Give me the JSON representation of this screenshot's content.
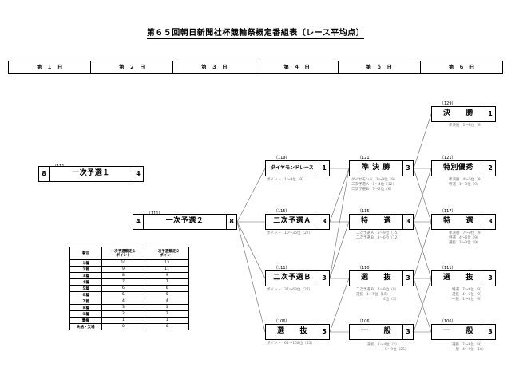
{
  "title": "第６５回朝日新聞社杯競輪祭概定番組表〔レース平均点〕",
  "days": [
    "第　１　日",
    "第　２　日",
    "第　３　日",
    "第　４　日",
    "第　５　日",
    "第　６　日"
  ],
  "races": {
    "d1_yosen1": {
      "code": "〔111〕",
      "name": "一次予選１",
      "left": "8",
      "right": "4"
    },
    "d2_yosen2": {
      "code": "〔111〕",
      "name": "一次予選２",
      "left": "4",
      "right": "8"
    },
    "d4_diamond": {
      "code": "〔119〕",
      "name": "ダイヤモンドレース",
      "right": "1",
      "note": [
        [
          "ポイント",
          "1〜9位（9）"
        ]
      ]
    },
    "d4_niji_a": {
      "code": "〔115〕",
      "name": "二次予選Ａ",
      "right": "3",
      "note": [
        [
          "ポイント",
          "10〜36位（27）"
        ]
      ]
    },
    "d4_niji_b": {
      "code": "〔111〕",
      "name": "二次予選Ｂ",
      "right": "3",
      "note": [
        [
          "ポイント",
          "37〜63位（27）"
        ]
      ]
    },
    "d4_senbatsu": {
      "code": "〔106〕",
      "name": "選　　抜",
      "right": "5",
      "note": [
        [
          "ポイント",
          "64〜108位（45）"
        ]
      ]
    },
    "d5_junkessho": {
      "code": "〔121〕",
      "name": "準 決 勝",
      "right": "3",
      "note": [
        [
          "ダイヤモンド",
          "1〜9位（9）"
        ],
        [
          "二次予選Ａ",
          "1〜4位（12）"
        ],
        [
          "二次予選Ｂ",
          "1〜2位（6）"
        ]
      ]
    },
    "d5_tokusen": {
      "code": "〔115〕",
      "name": "特　　選",
      "right": "3",
      "note": [
        [
          "二次予選Ａ",
          "5〜9位（15）"
        ],
        [
          "二次予選Ｂ",
          "3〜6位（12）"
        ]
      ]
    },
    "d5_senbatsu": {
      "code": "〔110〕",
      "name": "選　　抜",
      "right": "3",
      "note": [
        [
          "二次予選Ｂ",
          "7〜9位（9）"
        ],
        [
          "選抜",
          "1〜5位（15）"
        ],
        [
          "",
          "4位（3）"
        ]
      ]
    },
    "d5_ippan": {
      "code": "〔106〕",
      "name": "一　　般",
      "right": "3",
      "note": [
        [
          "選抜",
          "1〜4位（2）"
        ],
        [
          "",
          "5〜9位（25）"
        ]
      ]
    },
    "d6_kessho": {
      "code": "〔129〕",
      "name": "決　　勝",
      "right": "1",
      "note": [
        [
          "準決勝",
          "1〜3位（9）"
        ]
      ]
    },
    "d6_tokubetsu": {
      "code": "〔121〕",
      "name": "特別優秀",
      "right": "2",
      "note": [
        [
          "準決勝",
          "4〜6位（9）"
        ],
        [
          "特選",
          "1〜3位（9）"
        ]
      ]
    },
    "d6_tokusen": {
      "code": "〔117〕",
      "name": "特　　選",
      "right": "3",
      "note": [
        [
          "準決勝",
          "7〜9位（9）"
        ],
        [
          "特選",
          "4〜6位（9）"
        ],
        [
          "選抜",
          "1〜3位（9）"
        ]
      ]
    },
    "d6_senbatsu": {
      "code": "〔111〕",
      "name": "選　　抜",
      "right": "3",
      "note": [
        [
          "特選",
          "7〜9位（9）"
        ],
        [
          "選抜",
          "4〜6位（9）"
        ],
        [
          "一般",
          "1〜3位（9）"
        ]
      ]
    },
    "d6_ippan": {
      "code": "〔106〕",
      "name": "一　　般",
      "right": "3",
      "note": [
        [
          "選抜",
          "7〜9位（9）"
        ],
        [
          "一般",
          "4〜9位（18）"
        ]
      ]
    }
  },
  "points_table": {
    "headers": [
      "着位",
      "一次予選競走１\nポイント",
      "一次予選競走２\nポイント"
    ],
    "rows": [
      [
        "１着",
        "10",
        "13"
      ],
      [
        "２着",
        "9",
        "11"
      ],
      [
        "３着",
        "8",
        "9"
      ],
      [
        "４着",
        "7",
        "7"
      ],
      [
        "５着",
        "6",
        "6"
      ],
      [
        "６着",
        "5",
        "5"
      ],
      [
        "７着",
        "4",
        "4"
      ],
      [
        "８着",
        "3",
        "3"
      ],
      [
        "９着",
        "2",
        "2"
      ],
      [
        "棄権",
        "1",
        "1"
      ],
      [
        "失格・欠場",
        "0",
        "0"
      ]
    ]
  }
}
